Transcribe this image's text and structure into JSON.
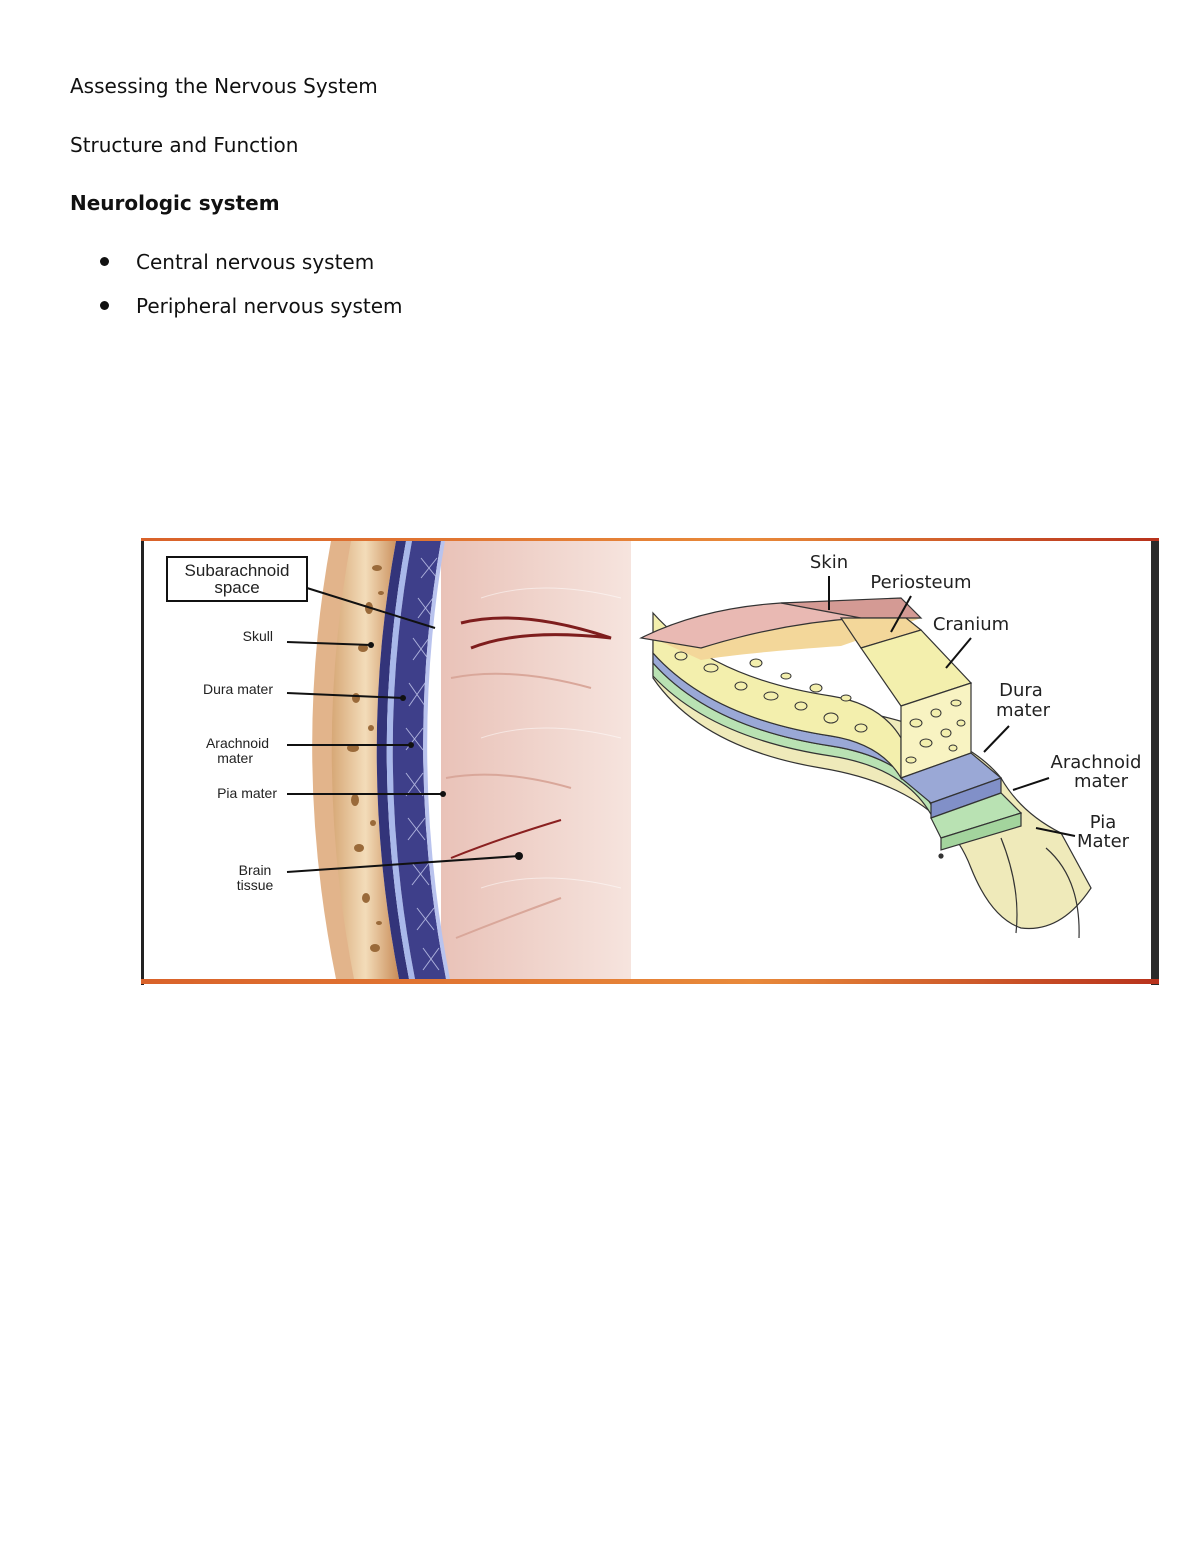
{
  "document": {
    "title": "Assessing the Nervous System",
    "section": "Structure and Function",
    "subsection": "Neurologic system",
    "bullets": [
      "Central nervous system",
      "Peripheral nervous system"
    ]
  },
  "figure": {
    "left_labels": {
      "boxed": [
        "Subarachnoid",
        "space"
      ],
      "skull": "Skull",
      "dura": "Dura mater",
      "arachnoid": [
        "Arachnoid",
        "mater"
      ],
      "pia": "Pia mater",
      "brain": [
        "Brain",
        "tissue"
      ]
    },
    "right_labels": {
      "skin": "Skin",
      "periosteum": "Periosteum",
      "cranium": "Cranium",
      "dura": [
        "Dura",
        "mater"
      ],
      "arachnoid": [
        "Arachnoid",
        "mater"
      ],
      "pia": [
        "Pia",
        "Mater"
      ]
    },
    "colors": {
      "frame_accent": "#e07a2e",
      "skin": "#e9b9b3",
      "periosteum": "#f3d79a",
      "cranium": "#f3efad",
      "dura": "#9aa8d6",
      "arachnoid": "#b9e2b3",
      "pia": "#efeaba",
      "brain_tissue": "#f0d4cb",
      "membrane_blue": "#33347a"
    }
  }
}
